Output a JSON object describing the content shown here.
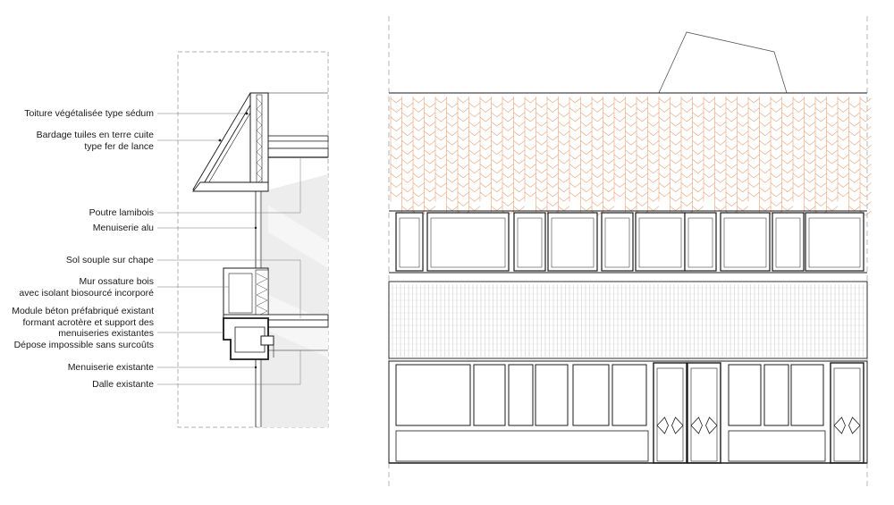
{
  "section_labels": [
    {
      "id": "toiture",
      "lines": [
        "Toiture végétalisée type sédum"
      ]
    },
    {
      "id": "bardage",
      "lines": [
        "Bardage tuiles en terre cuite",
        "type fer de lance"
      ]
    },
    {
      "id": "poutre",
      "lines": [
        "Poutre lamibois"
      ]
    },
    {
      "id": "menuiserie-alu",
      "lines": [
        "Menuiserie alu"
      ]
    },
    {
      "id": "sol",
      "lines": [
        "Sol souple sur chape"
      ]
    },
    {
      "id": "mur",
      "lines": [
        "Mur ossature bois",
        "avec isolant biosourcé incorporé"
      ]
    },
    {
      "id": "module",
      "lines": [
        "Module béton préfabriqué existant",
        "formant acrotère et support des",
        "menuiseries existantes",
        "Dépose impossible sans surcoûts"
      ]
    },
    {
      "id": "menuiserie-existante",
      "lines": [
        "Menuiserie existante"
      ]
    },
    {
      "id": "dalle",
      "lines": [
        "Dalle existante"
      ]
    }
  ],
  "colors": {
    "line": "#1a1a1a",
    "thin": "#888888",
    "tile": "#e8a27a",
    "shade": "#ececec"
  }
}
